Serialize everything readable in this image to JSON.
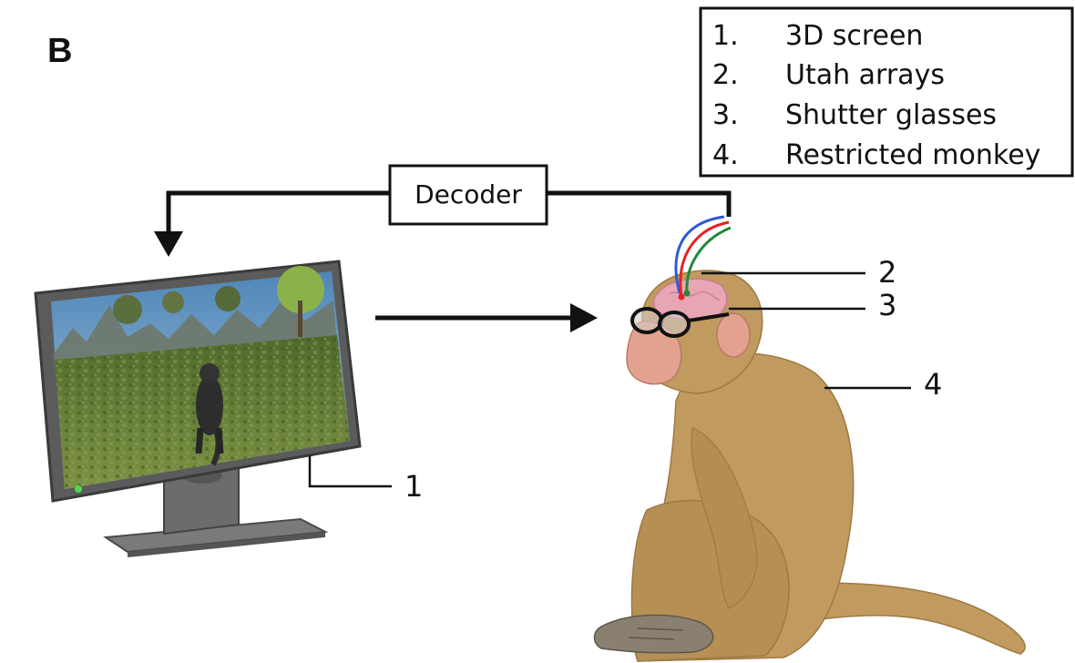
{
  "panel_label": "B",
  "legend": {
    "items": [
      {
        "number": "1.",
        "label": "3D screen"
      },
      {
        "number": "2.",
        "label": "Utah arrays"
      },
      {
        "number": "3.",
        "label": "Shutter glasses"
      },
      {
        "number": "4.",
        "label": "Restricted monkey"
      }
    ]
  },
  "decoder": {
    "label": "Decoder"
  },
  "callouts": {
    "screen": "1",
    "arrays": "2",
    "glasses": "3",
    "monkey": "4"
  },
  "colors": {
    "fur": "#c09a5e",
    "fur_dark": "#9e7a43",
    "face": "#e3a28f",
    "brain": "#e8a6b4",
    "monitor": "#5b5b5b",
    "sky": "#6e9ec4",
    "grass": "#5e7a36",
    "wire_blue": "#2b5bd6",
    "wire_red": "#e32222",
    "wire_green": "#1d8a3a"
  }
}
